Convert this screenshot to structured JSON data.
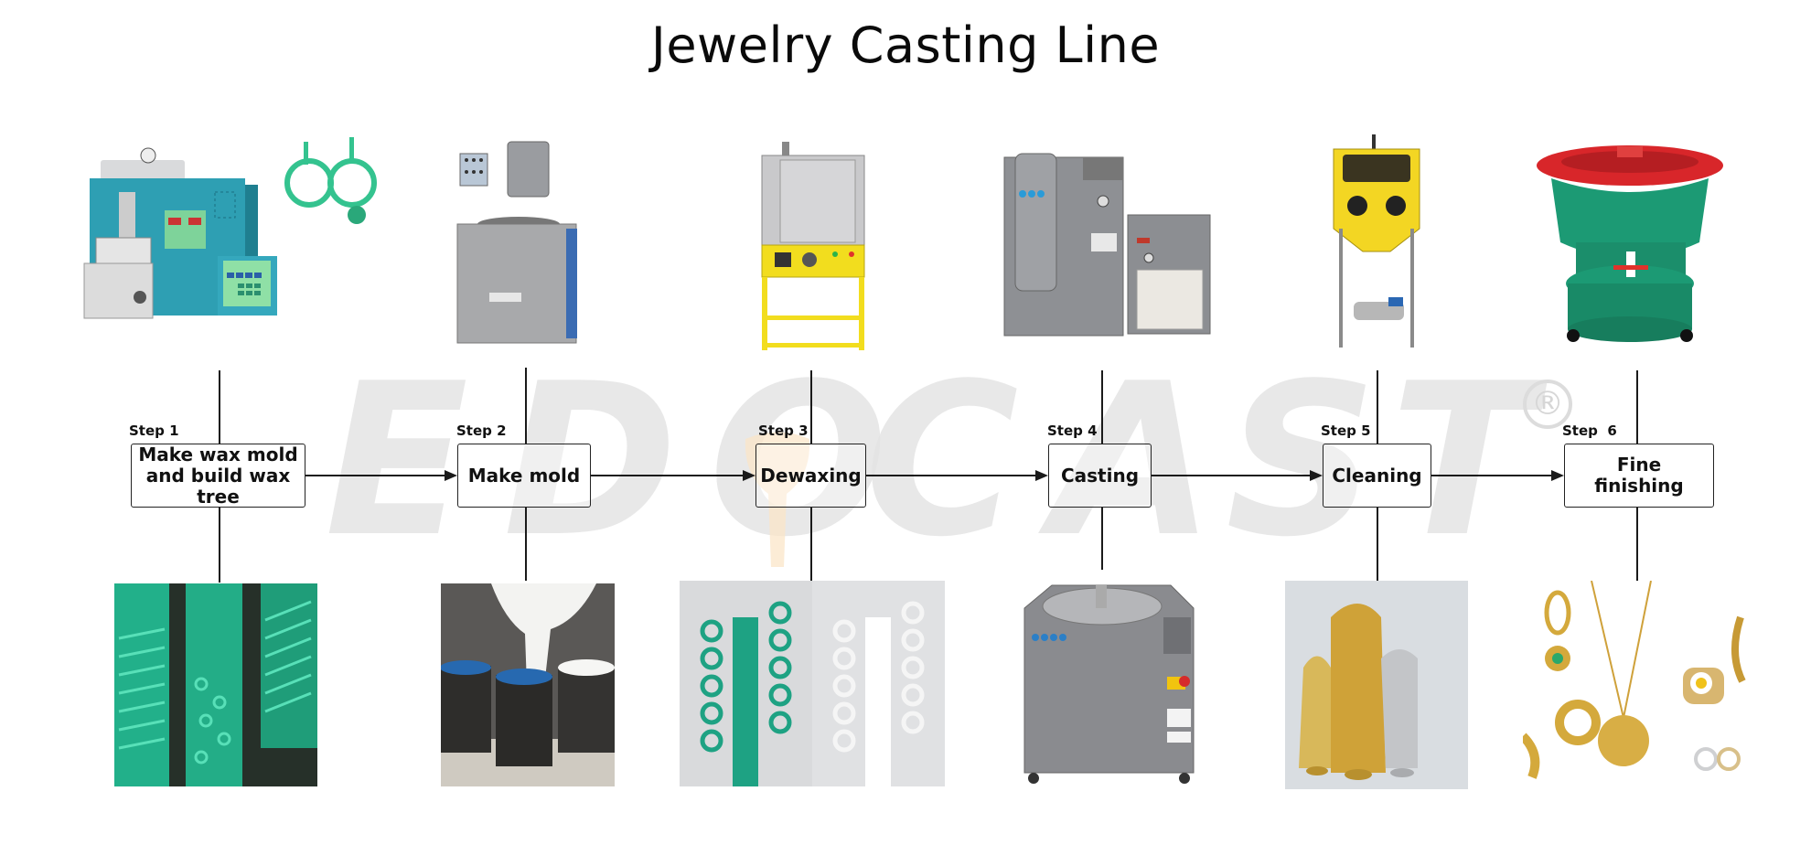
{
  "title": "Jewelry Casting Line",
  "watermark": {
    "text": "EDOCAST",
    "letters": [
      "E",
      "D",
      "O",
      "C",
      "A",
      "S",
      "T"
    ],
    "registered_mark": "®",
    "color": "#e4e4e4"
  },
  "steps": [
    {
      "label": "Step 1",
      "name": "Make wax mold\nand build wax tree",
      "name_line1": "Make wax mold",
      "name_line2": "and build wax tree",
      "top_image": "wax-injector-machine",
      "bottom_image": "green-wax-trees"
    },
    {
      "label": "Step 2",
      "name": "Make mold",
      "top_image": "vacuum-investment-mixer",
      "bottom_image": "pouring-investment-into-flasks"
    },
    {
      "label": "Step 3",
      "name": "Dewaxing",
      "top_image": "burnout-furnace-yellow-stand",
      "bottom_image": "wax-tree-to-cavity-diagram"
    },
    {
      "label": "Step 4",
      "name": "Casting",
      "top_image": "vacuum-casting-machine",
      "bottom_image": "induction-casting-machine"
    },
    {
      "label": "Step 5",
      "name": "Cleaning",
      "top_image": "yellow-sandblasting-cabinet",
      "bottom_image": "gold-silver-cast-trees"
    },
    {
      "label": "Step  6",
      "name": "Fine finishing",
      "top_image": "vibratory-tumbler-green-red",
      "bottom_image": "finished-gold-jewelry"
    }
  ],
  "colors": {
    "line": "#1a1a1a",
    "box_border": "#222222",
    "wax_green": "#2bb58a",
    "machine_teal": "#2a9bb0",
    "machine_yellow": "#f2dd1e",
    "steel_gray": "#8e9094",
    "tumbler_red": "#d8262a",
    "gold": "#d4a93c"
  }
}
